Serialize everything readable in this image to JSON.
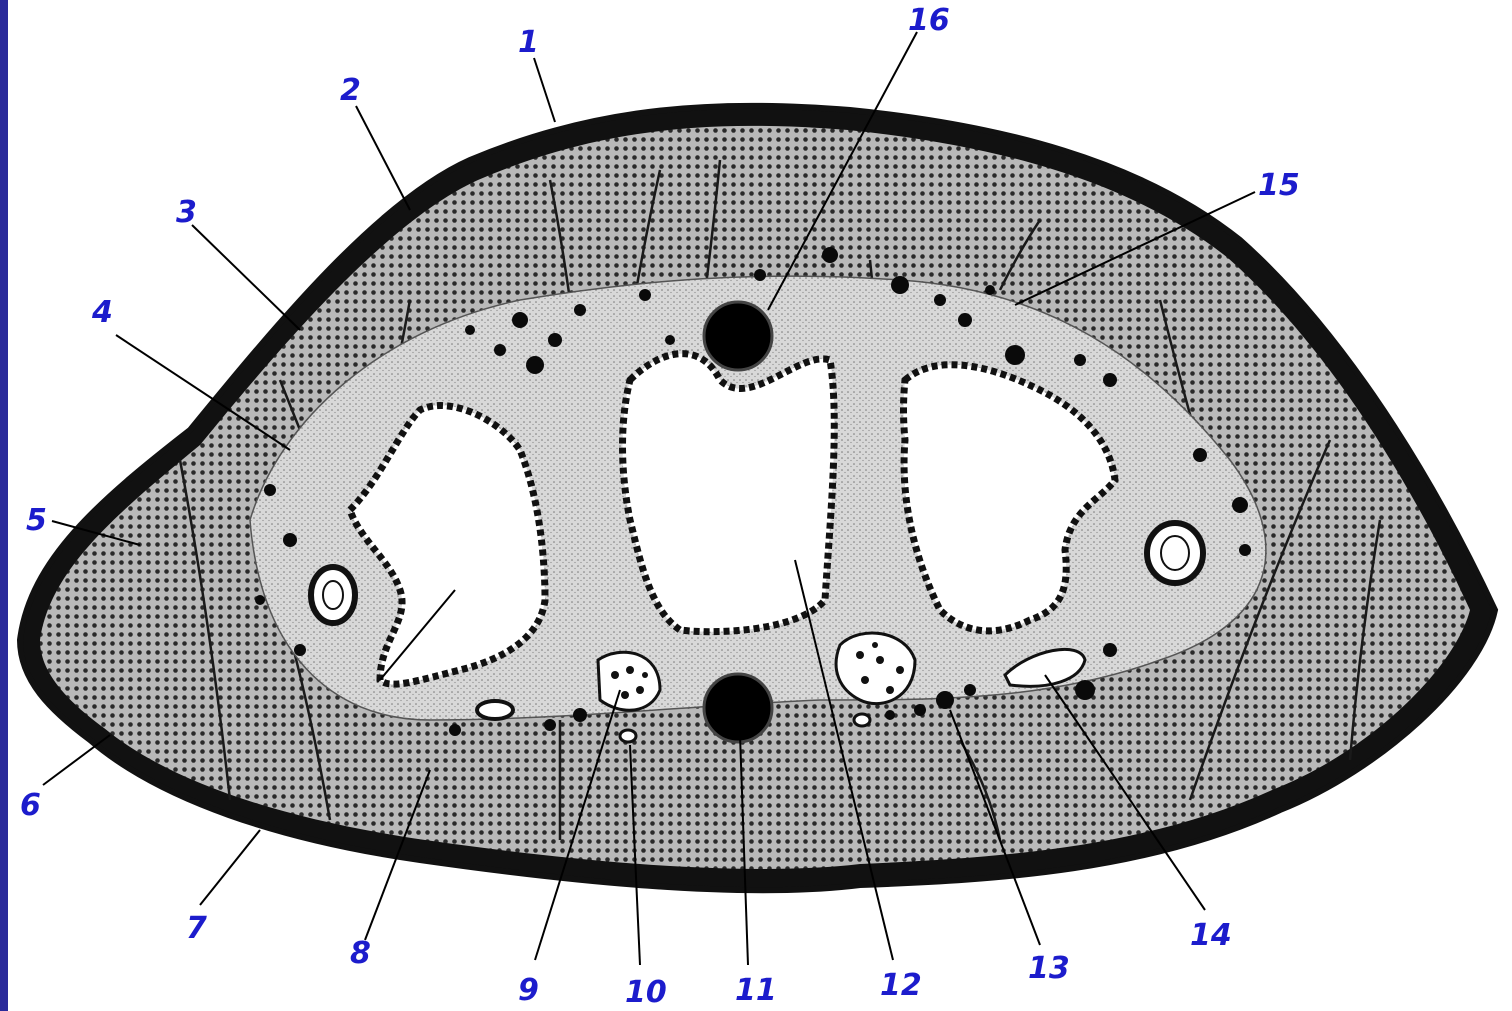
{
  "colors": {
    "label": "#1c1ccc",
    "frame": "#2a2a9a",
    "ink": "#111111",
    "tissue": "#c9c9c9",
    "muscle": "#9a9a9a",
    "paper": "#ffffff"
  },
  "icons": [
    "cross-section-illustration"
  ],
  "labels": [
    "1",
    "2",
    "3",
    "4",
    "5",
    "6",
    "7",
    "8",
    "9",
    "10",
    "11",
    "12",
    "13",
    "14",
    "15",
    "16"
  ]
}
